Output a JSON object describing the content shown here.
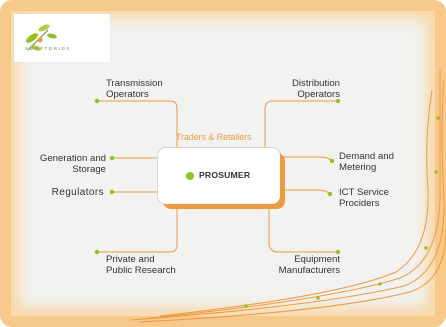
{
  "logo": {
    "text": "SMARTGRIDS",
    "icon": "leaf-sprig-logo"
  },
  "center": {
    "label": "PROSUMER",
    "caption": "Traders & Retailers"
  },
  "nodes": {
    "transmission": [
      "Transmission",
      "Operators"
    ],
    "distribution": [
      "Distribution",
      "Operators"
    ],
    "generation": [
      "Generation and",
      "Storage"
    ],
    "regulators": [
      "Regulators"
    ],
    "demand": [
      "Demand and",
      "Metering"
    ],
    "ict": [
      "ICT Service",
      "Prociders"
    ],
    "research": [
      "Private and",
      "Public Research"
    ],
    "equipment": [
      "Equipment",
      "Manufacturers"
    ]
  },
  "colors": {
    "accent_orange": "#ee9a40",
    "accent_green": "#95c11f",
    "frame": "#f7c98a"
  }
}
